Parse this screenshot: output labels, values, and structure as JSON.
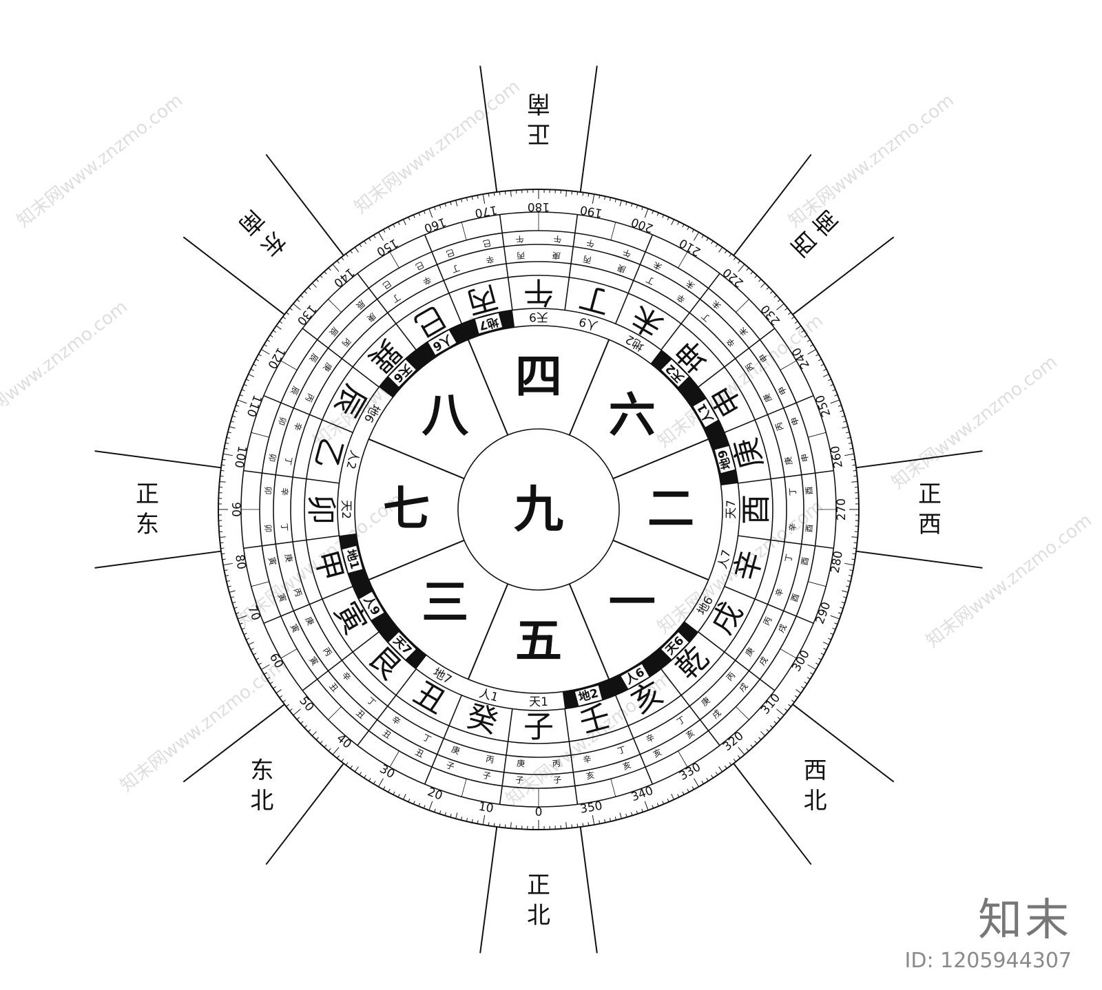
{
  "colors": {
    "line": "#111111",
    "bg": "#ffffff",
    "watermark": "#888888"
  },
  "directions": [
    {
      "text": "正北",
      "bearing": 0,
      "flip": false
    },
    {
      "text": "东北",
      "bearing": 45,
      "flip": false
    },
    {
      "text": "正东",
      "bearing": 90,
      "flip": false
    },
    {
      "text": "东南",
      "bearing": 135,
      "flip": true
    },
    {
      "text": "正南",
      "bearing": 180,
      "flip": true
    },
    {
      "text": "西南",
      "bearing": 225,
      "flip": true
    },
    {
      "text": "正西",
      "bearing": 270,
      "flip": false
    },
    {
      "text": "西北",
      "bearing": 315,
      "flip": false
    }
  ],
  "degree_labels": [
    "0",
    "10",
    "20",
    "30",
    "40",
    "50",
    "60",
    "70",
    "80",
    "90",
    "100",
    "110",
    "120",
    "130",
    "140",
    "150",
    "160",
    "170",
    "180",
    "190",
    "200",
    "210",
    "220",
    "230",
    "240",
    "250",
    "260",
    "270",
    "280",
    "290",
    "300",
    "310",
    "320",
    "330",
    "340",
    "350"
  ],
  "mountains": [
    "子",
    "癸",
    "丑",
    "艮",
    "寅",
    "甲",
    "卯",
    "乙",
    "辰",
    "巽",
    "巳",
    "丙",
    "午",
    "丁",
    "未",
    "坤",
    "申",
    "庚",
    "酉",
    "辛",
    "戌",
    "乾",
    "亥",
    "壬"
  ],
  "yuan_labels": [
    "天1",
    "人1",
    "地7",
    "天7",
    "人9",
    "地1",
    "天2",
    "人2",
    "地6",
    "天6",
    "人6",
    "地7",
    "天9",
    "人9",
    "地2",
    "天2",
    "人1",
    "地9",
    "天7",
    "人7",
    "地6",
    "天6",
    "人6",
    "地2"
  ],
  "yuan_highlight": [
    false,
    false,
    false,
    true,
    true,
    true,
    false,
    false,
    false,
    true,
    true,
    true,
    false,
    false,
    false,
    true,
    true,
    true,
    false,
    false,
    false,
    true,
    true,
    true
  ],
  "fenjin": [
    [
      "丙子",
      "庚子"
    ],
    [
      "丙子",
      "庚子"
    ],
    [
      "丁丑",
      "辛丑"
    ],
    [
      "丁丑",
      "辛丑"
    ],
    [
      "丙寅",
      "庚寅"
    ],
    [
      "丙寅",
      "庚寅"
    ],
    [
      "丁卯",
      "辛卯"
    ],
    [
      "丁卯",
      "辛卯"
    ],
    [
      "丙辰",
      "庚辰"
    ],
    [
      "丙辰",
      "庚辰"
    ],
    [
      "丁巳",
      "辛巳"
    ],
    [
      "丁巳",
      "辛巳"
    ],
    [
      "丙午",
      "庚午"
    ],
    [
      "丙午",
      "庚午"
    ],
    [
      "丁未",
      "辛未"
    ],
    [
      "丁未",
      "辛未"
    ],
    [
      "丙申",
      "庚申"
    ],
    [
      "丙申",
      "庚申"
    ],
    [
      "丁酉",
      "辛酉"
    ],
    [
      "丁酉",
      "辛酉"
    ],
    [
      "丙戌",
      "庚戌"
    ],
    [
      "丙戌",
      "庚戌"
    ],
    [
      "丁亥",
      "辛亥"
    ],
    [
      "丁亥",
      "辛亥"
    ]
  ],
  "palaces": [
    {
      "numeral": "五",
      "bearing": 0
    },
    {
      "numeral": "三",
      "bearing": 45
    },
    {
      "numeral": "七",
      "bearing": 90
    },
    {
      "numeral": "八",
      "bearing": 135
    },
    {
      "numeral": "四",
      "bearing": 180
    },
    {
      "numeral": "六",
      "bearing": 225
    },
    {
      "numeral": "二",
      "bearing": 270
    },
    {
      "numeral": "一",
      "bearing": 315
    }
  ],
  "center": {
    "numeral": "九"
  },
  "watermark": {
    "brand": "知末",
    "image_id": "ID: 1205944307",
    "site_text": "知末网www.znzmo.com"
  }
}
